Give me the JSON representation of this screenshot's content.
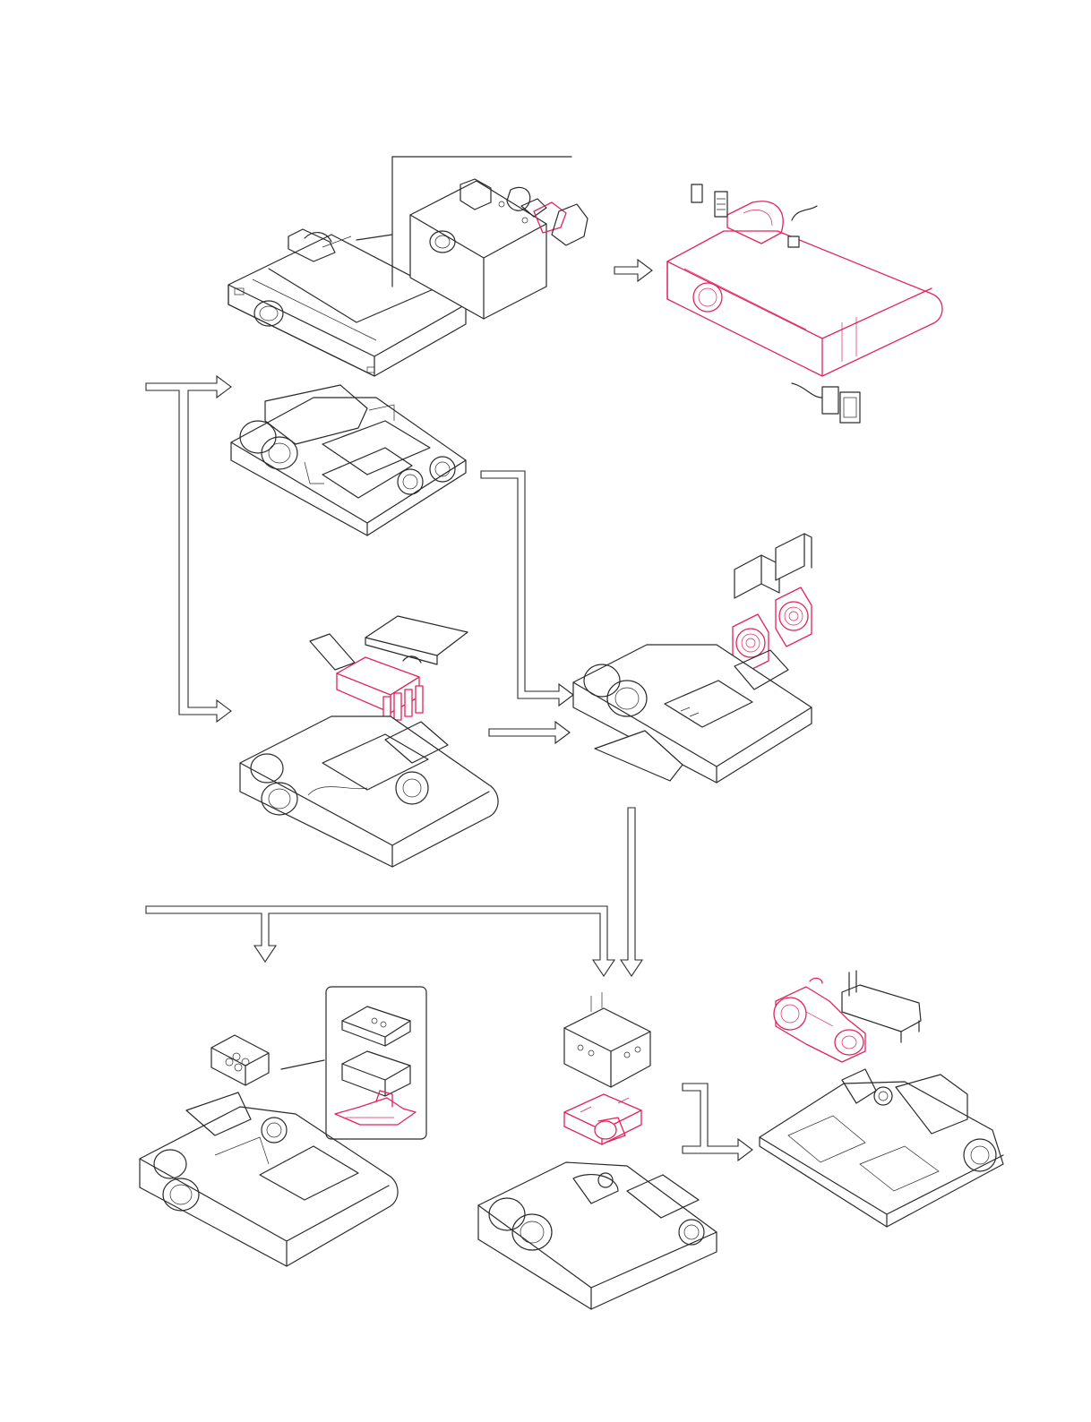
{
  "colors": {
    "line": "#2a2a2a",
    "highlight": "#e0245e",
    "background": "#ffffff"
  },
  "steps": [
    {
      "id": "step-1",
      "highlight": false
    },
    {
      "id": "step-2",
      "highlight": true
    },
    {
      "id": "step-3",
      "highlight": false
    },
    {
      "id": "step-4",
      "highlight": true
    },
    {
      "id": "step-5",
      "highlight": true
    },
    {
      "id": "step-6",
      "highlight": true
    },
    {
      "id": "step-7",
      "highlight": true
    },
    {
      "id": "step-8",
      "highlight": true
    }
  ]
}
